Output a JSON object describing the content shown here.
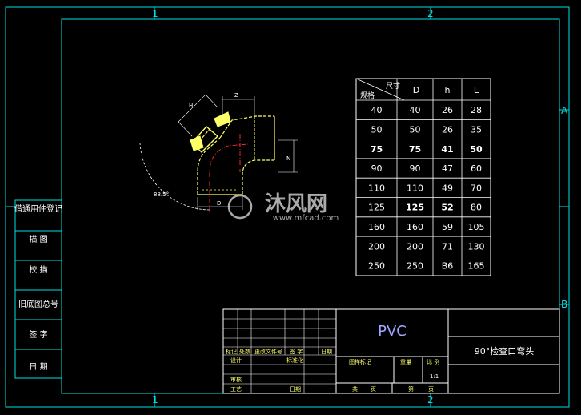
{
  "colors": {
    "frame": "#00e0e0",
    "table_text": "#ffffff",
    "table_line": "#ffffff",
    "title_text": "#ffffff",
    "part": "#ffff66",
    "red": "#ff3030",
    "green": "#33cc33",
    "watermark": "#c8c8c8"
  },
  "frame": {
    "zone_top": [
      "1",
      "2"
    ],
    "zone_bottom": [
      "1",
      "2"
    ],
    "zone_right": [
      "A",
      "B"
    ]
  },
  "left_strip": {
    "labels": [
      "借通用件登记",
      "描 图",
      "校 描",
      "旧底图总号",
      "签 字",
      "日 期"
    ]
  },
  "spec_table": {
    "header_size": "尺寸",
    "header_spec": "规格",
    "columns": [
      "D",
      "h",
      "L"
    ],
    "rows": [
      [
        "40",
        "40",
        "26",
        "28"
      ],
      [
        "50",
        "50",
        "26",
        "35"
      ],
      [
        "75",
        "75",
        "41",
        "50"
      ],
      [
        "90",
        "90",
        "47",
        "60"
      ],
      [
        "110",
        "110",
        "49",
        "70"
      ],
      [
        "125",
        "125",
        "52",
        "80"
      ],
      [
        "160",
        "160",
        "59",
        "105"
      ],
      [
        "200",
        "200",
        "71",
        "130"
      ],
      [
        "250",
        "250",
        "B6",
        "165"
      ]
    ]
  },
  "title_block": {
    "material": "PVC",
    "drawing_name": "90°检查口弯头",
    "labels": {
      "mark": "标记",
      "count": "处数",
      "change_doc": "更改文件号",
      "sign": "签 字",
      "date": "日期",
      "design": "设计",
      "standard": "标准化",
      "review": "审核",
      "process": "工艺",
      "approve": "日期",
      "stage_mark": "图样标记",
      "weight": "重量",
      "scale": "比 例",
      "scale_value": "1:1",
      "total": "共",
      "sheets": "页",
      "sheet_no": "第",
      "page": "页"
    }
  },
  "drawing_labels": {
    "dim_z": "Z",
    "dim_n": "N",
    "dim_h": "H",
    "dim_d": "D",
    "angle": "88.5°"
  },
  "watermark": {
    "brand": "沐风网",
    "url": "www.mfcad.com"
  }
}
